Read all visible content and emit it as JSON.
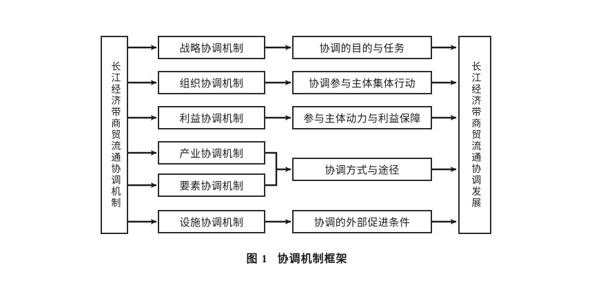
{
  "figure": {
    "caption_label": "图 1",
    "caption_title": "协调机制框架"
  },
  "source_node": {
    "id": "source",
    "label": "长江经济带商贸流通协调机制"
  },
  "target_node": {
    "id": "target",
    "label": "长江经济带商贸流通协调发展"
  },
  "mechanisms": [
    {
      "id": "strategy",
      "label": "战略协调机制"
    },
    {
      "id": "organization",
      "label": "组织协调机制"
    },
    {
      "id": "interest",
      "label": "利益协调机制"
    },
    {
      "id": "industry",
      "label": "产业协调机制"
    },
    {
      "id": "factor",
      "label": "要素协调机制"
    },
    {
      "id": "facility",
      "label": "设施协调机制"
    }
  ],
  "outcomes": [
    {
      "id": "purpose",
      "label": "协调的目的与任务"
    },
    {
      "id": "collective",
      "label": "协调参与主体集体行动"
    },
    {
      "id": "incentive",
      "label": "参与主体动力与利益保障"
    },
    {
      "id": "method",
      "label": "协调方式与途径"
    },
    {
      "id": "external",
      "label": "协调的外部促进条件"
    }
  ],
  "colors": {
    "stroke": "#2b2b2b",
    "fill": "#ffffff",
    "text": "#1a1a1a",
    "background": "#ffffff"
  },
  "chart_data": {
    "type": "diagram",
    "title": "协调机制框架",
    "orientation": "left-to-right",
    "nodes": [
      {
        "id": "source",
        "label": "长江经济带商贸流通协调机制",
        "column": 1,
        "shape": "vertical-bar"
      },
      {
        "id": "strategy",
        "label": "战略协调机制",
        "column": 2,
        "shape": "rect"
      },
      {
        "id": "organization",
        "label": "组织协调机制",
        "column": 2,
        "shape": "rect"
      },
      {
        "id": "interest",
        "label": "利益协调机制",
        "column": 2,
        "shape": "rect"
      },
      {
        "id": "industry",
        "label": "产业协调机制",
        "column": 2,
        "shape": "rect"
      },
      {
        "id": "factor",
        "label": "要素协调机制",
        "column": 2,
        "shape": "rect"
      },
      {
        "id": "facility",
        "label": "设施协调机制",
        "column": 2,
        "shape": "rect"
      },
      {
        "id": "purpose",
        "label": "协调的目的与任务",
        "column": 3,
        "shape": "rect"
      },
      {
        "id": "collective",
        "label": "协调参与主体集体行动",
        "column": 3,
        "shape": "rect"
      },
      {
        "id": "incentive",
        "label": "参与主体动力与利益保障",
        "column": 3,
        "shape": "rect"
      },
      {
        "id": "method",
        "label": "协调方式与途径",
        "column": 3,
        "shape": "rect"
      },
      {
        "id": "external",
        "label": "协调的外部促进条件",
        "column": 3,
        "shape": "rect"
      },
      {
        "id": "target",
        "label": "长江经济带商贸流通协调发展",
        "column": 4,
        "shape": "vertical-bar"
      }
    ],
    "edges": [
      {
        "from": "source",
        "to": "strategy",
        "arrow": true
      },
      {
        "from": "source",
        "to": "organization",
        "arrow": true
      },
      {
        "from": "source",
        "to": "interest",
        "arrow": true
      },
      {
        "from": "source",
        "to": "industry",
        "arrow": true
      },
      {
        "from": "source",
        "to": "factor",
        "arrow": true
      },
      {
        "from": "source",
        "to": "facility",
        "arrow": true
      },
      {
        "from": "strategy",
        "to": "purpose",
        "arrow": true
      },
      {
        "from": "organization",
        "to": "collective",
        "arrow": true
      },
      {
        "from": "interest",
        "to": "incentive",
        "arrow": true
      },
      {
        "from": "industry",
        "to": "method",
        "arrow": true,
        "merged": true
      },
      {
        "from": "factor",
        "to": "method",
        "arrow": true,
        "merged": true
      },
      {
        "from": "facility",
        "to": "external",
        "arrow": true
      },
      {
        "from": "purpose",
        "to": "target",
        "arrow": true
      },
      {
        "from": "collective",
        "to": "target",
        "arrow": true
      },
      {
        "from": "incentive",
        "to": "target",
        "arrow": true
      },
      {
        "from": "method",
        "to": "target",
        "arrow": true
      },
      {
        "from": "external",
        "to": "target",
        "arrow": true
      }
    ]
  }
}
